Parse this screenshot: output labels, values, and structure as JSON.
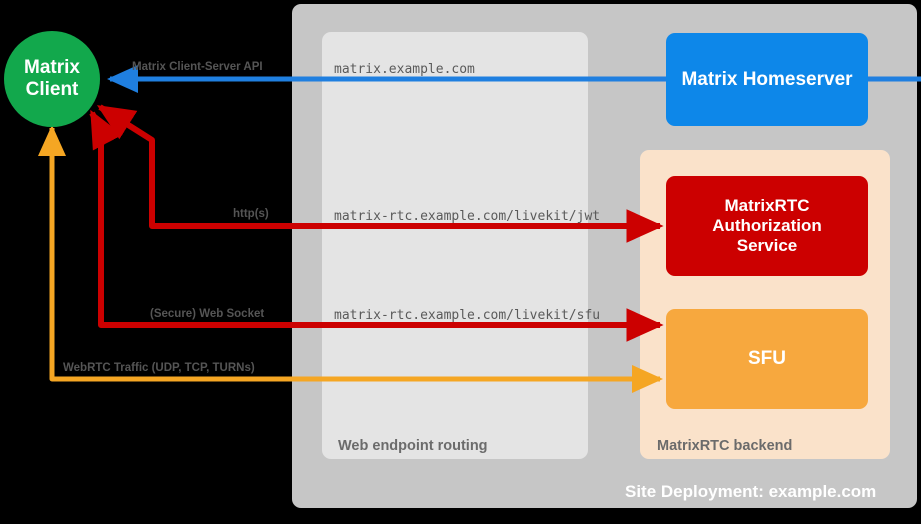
{
  "diagram": {
    "title": "Site Deployment: example.com",
    "colors": {
      "background": "#000000",
      "site_container": "#c6c6c6",
      "routing_container": "#e4e4e4",
      "backend_container": "#fae2ca",
      "client": "#12a84c",
      "homeserver": "#0d87e9",
      "auth_service": "#cc0000",
      "sfu": "#f7a83e",
      "edge_blue": "#1f7fe0",
      "edge_red": "#cc0000",
      "edge_orange": "#f5a623"
    }
  },
  "nodes": {
    "client": {
      "line1": "Matrix",
      "line2": "Client"
    },
    "homeserver": {
      "label": "Matrix Homeserver"
    },
    "auth_service": {
      "line1": "MatrixRTC",
      "line2": "Authorization",
      "line3": "Service"
    },
    "sfu": {
      "label": "SFU"
    }
  },
  "containers": {
    "site": {
      "label": "Site Deployment: example.com"
    },
    "routing": {
      "label": "Web endpoint routing"
    },
    "backend": {
      "label": "MatrixRTC backend"
    }
  },
  "edges": [
    {
      "id": "cs-api",
      "protocol_label": "Matrix Client-Server API",
      "url_label": "matrix.example.com",
      "color": "#1f7fe0",
      "direction": "to-client"
    },
    {
      "id": "jwt",
      "protocol_label": "http(s)",
      "url_label": "matrix-rtc.example.com/livekit/jwt",
      "color": "#cc0000",
      "direction": "bidirectional"
    },
    {
      "id": "websocket",
      "protocol_label": "(Secure) Web Socket",
      "url_label": "matrix-rtc.example.com/livekit/sfu",
      "color": "#cc0000",
      "direction": "bidirectional"
    },
    {
      "id": "webrtc",
      "protocol_label": "WebRTC Traffic (UDP, TCP, TURNs)",
      "url_label": "",
      "color": "#f5a623",
      "direction": "bidirectional"
    }
  ]
}
